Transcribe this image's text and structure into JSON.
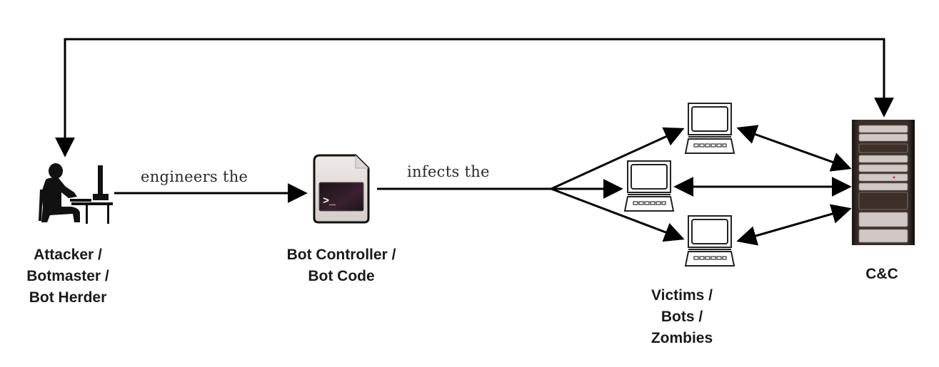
{
  "diagram": {
    "title": "Botnet architecture",
    "nodes": {
      "attacker": {
        "lines": [
          "Attacker /",
          "Botmaster /",
          "Bot Herder"
        ],
        "icon": "attacker-at-computer-icon"
      },
      "bot_controller": {
        "lines": [
          "Bot Controller /",
          "Bot Code"
        ],
        "icon": "terminal-file-icon",
        "terminal_prompt": ">_"
      },
      "victims": {
        "lines": [
          "Victims /",
          "Bots /",
          "Zombies"
        ],
        "icon": "laptop-icon",
        "count": 3
      },
      "cnc": {
        "lines": [
          "C&C"
        ],
        "icon": "server-rack-icon"
      }
    },
    "edges": [
      {
        "from": "attacker",
        "to": "bot_controller",
        "label": "engineers the",
        "type": "directed"
      },
      {
        "from": "bot_controller",
        "to": "victims",
        "label": "infects the",
        "type": "directed-fanout"
      },
      {
        "from": "victims",
        "to": "cnc",
        "label": "",
        "type": "bidirectional"
      },
      {
        "from": "cnc",
        "to": "attacker",
        "label": "",
        "type": "bidirectional-feedback"
      }
    ]
  }
}
